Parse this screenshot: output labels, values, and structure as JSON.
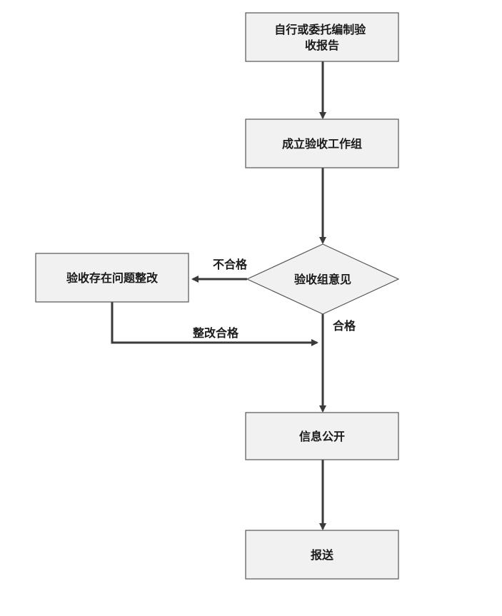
{
  "nodes": {
    "prepare_report": {
      "lines": [
        "自行或委托编制验",
        "收报告"
      ]
    },
    "form_team": {
      "lines": [
        "成立验收工作组"
      ]
    },
    "team_opinion": {
      "lines": [
        "验收组意见"
      ]
    },
    "rectify": {
      "lines": [
        "验收存在问题整改"
      ]
    },
    "publicize": {
      "lines": [
        "信息公开"
      ]
    },
    "submit": {
      "lines": [
        "报送"
      ]
    }
  },
  "edges": {
    "not_qualified": "不合格",
    "qualified": "合格",
    "rectified_qualified": "整改合格"
  },
  "colors": {
    "box_fill": "#f1f1f1",
    "box_stroke": "#555555",
    "line": "#3a3a3a",
    "text": "#1a1a1a"
  }
}
